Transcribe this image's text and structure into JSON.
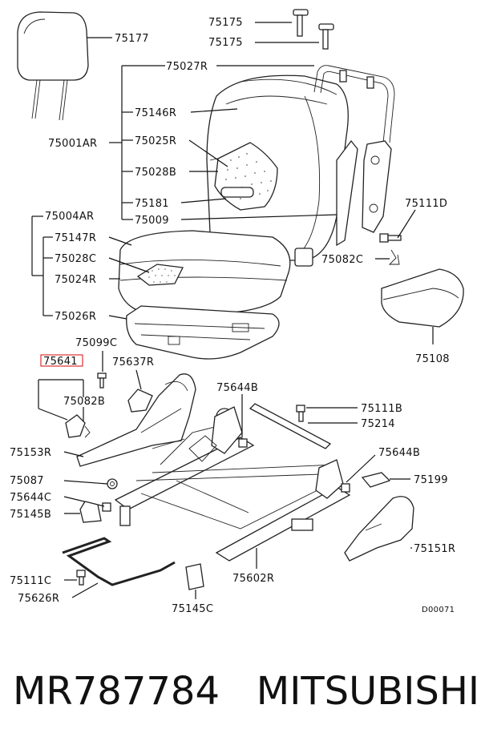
{
  "diagram": {
    "labels": {
      "l75177": "75177",
      "l75175a": "75175",
      "l75175b": "75175",
      "l75027R": "75027R",
      "l75146R": "75146R",
      "l75001AR": "75001AR",
      "l75025R": "75025R",
      "l75028B": "75028B",
      "l75181": "75181",
      "l75009": "75009",
      "l75111D": "75111D",
      "l75004AR": "75004AR",
      "l75147R": "75147R",
      "l75082C_top": "75082C",
      "l75028C": "75028C",
      "l75024R": "75024R",
      "l75026R": "75026R",
      "l75108": "75108",
      "l75099C": "75099C",
      "l75641": "75641",
      "l75637R": "75637R",
      "l75082B": "75082B",
      "l75644B_top": "75644B",
      "l75111B": "75111B",
      "l75214": "75214",
      "l75153R": "75153R",
      "l75644B_right": "75644B",
      "l75087": "75087",
      "l75199": "75199",
      "l75644C": "75644C",
      "l75145B": "75145B",
      "l75151R": "75151R",
      "l75111C": "75111C",
      "l75602R": "75602R",
      "l75626R": "75626R",
      "l75145C": "75145C",
      "code": "D00071"
    },
    "highlight_color": "#e03030"
  },
  "footer": {
    "part_number": "MR787784",
    "brand": "MITSUBISHI"
  }
}
